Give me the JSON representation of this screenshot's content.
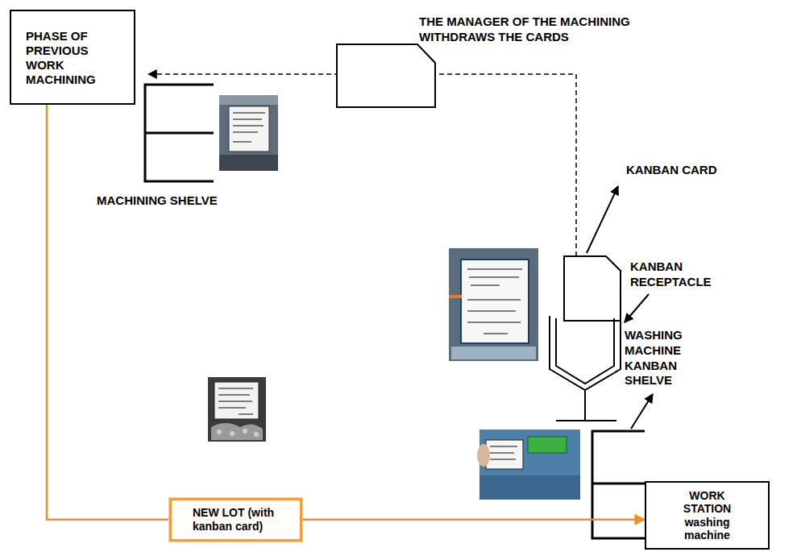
{
  "diagram": {
    "nodes": [
      {
        "text": [
          "PHASE OF PREVIOUS WORK MACHINING"
        ]
      },
      {
        "text": [
          "NEW LOT (with kanban card)"
        ]
      },
      {
        "text": [
          "WORK STATION washing machine"
        ]
      }
    ],
    "edges": [
      {
        "from": 0,
        "to": 1,
        "arrow": "none"
      },
      {
        "from": 1,
        "to": 2,
        "arrow": "to"
      }
    ],
    "labels": [
      "THE MANAGER OF THE MACHINING WITHDRAWS THE CARDS",
      "MACHINING SHELVE",
      "KANBAN CARD",
      "KANBAN RECEPTACLE",
      "WASHING MACHINE KANBAN SHELVE"
    ]
  }
}
